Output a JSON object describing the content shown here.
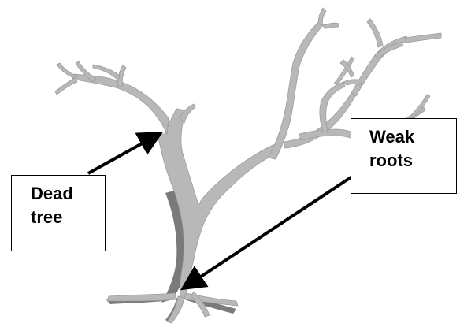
{
  "labels": {
    "dead_tree": [
      "Dead",
      "tree"
    ],
    "weak_roots": [
      "Weak",
      "roots"
    ]
  },
  "colors": {
    "tree_light": "#b8b8b8",
    "tree_shadow": "#7a7a7a",
    "arrow": "#000000",
    "box_border": "#000000"
  }
}
